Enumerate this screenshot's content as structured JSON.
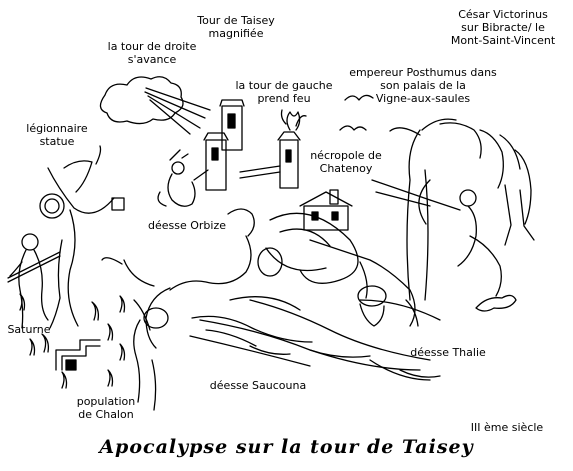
{
  "labels": {
    "tour_magnifiee": "Tour de Taisey\nmagnifiée",
    "cesar": "César Victorinus\nsur Bibracte/ le\nMont-Saint-Vincent",
    "tour_droite": "la tour de droite\ns'avance",
    "tour_gauche": "la tour de gauche\nprend feu",
    "posthumus": "empereur Posthumus dans\nson palais de  la\nVigne-aux-saules",
    "legionnaire": "légionnaire\nstatue",
    "necropole": "nécropole de\nChatenoy",
    "orbize": "déesse Orbize",
    "saturne": "Saturne",
    "thalie": "déesse Thalie",
    "saucouna": "déesse Saucouna",
    "population": "population\nde Chalon",
    "siecle": "III ème siècle"
  },
  "title": "Apocalypse sur la tour de Taisey"
}
